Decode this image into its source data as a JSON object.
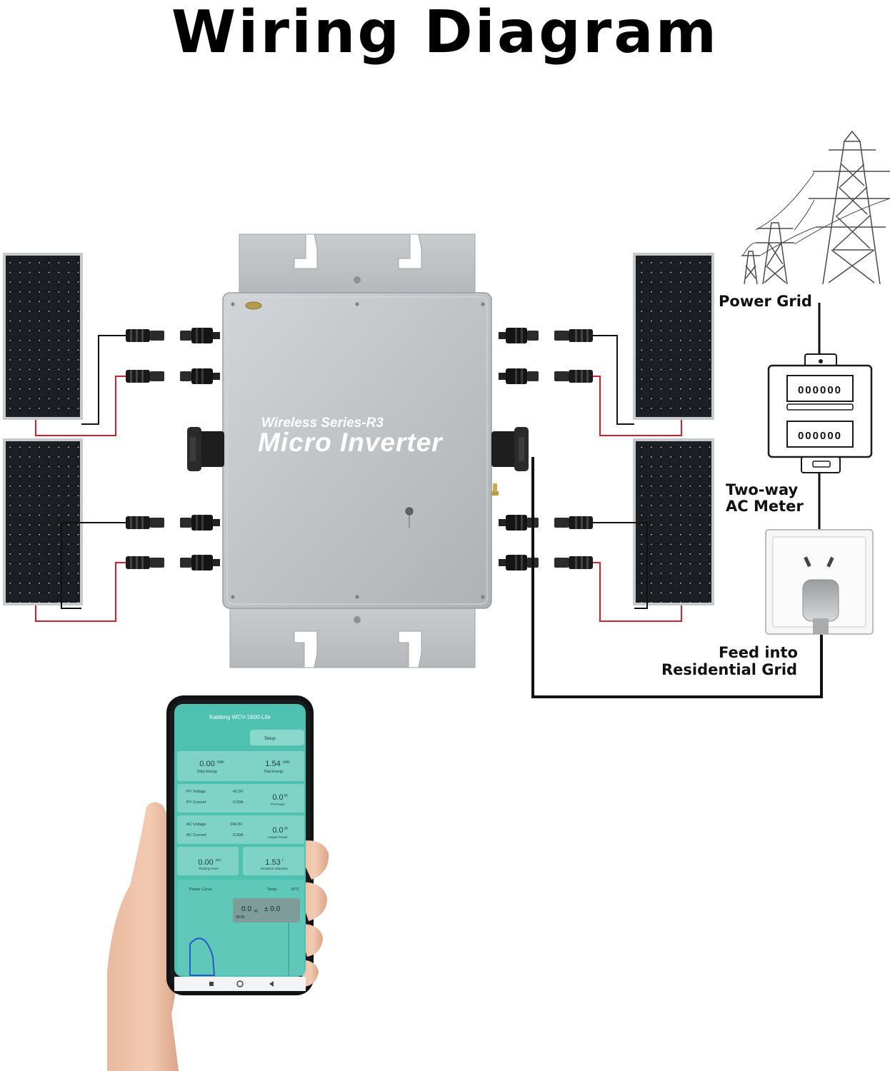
{
  "title": "Wiring Diagram",
  "inverter": {
    "series": "Wireless Series-R3",
    "name": "Micro Inverter"
  },
  "labels": {
    "power_grid": "Power Grid",
    "meter_line1": "Two-way",
    "meter_line2": "AC Meter",
    "feed_line1": "Feed into",
    "feed_line2": "Residential Grid"
  },
  "meter": {
    "top_reading": "000000",
    "bottom_reading": "000000"
  },
  "app": {
    "title": "Kaideng WCV-1600-Life",
    "setup": "Setup",
    "daily_energy_value": "0.00",
    "daily_energy_unit": "kWh",
    "daily_energy_label": "Daily Energy",
    "total_energy_value": "1.54",
    "total_energy_unit": "kWh",
    "total_energy_label": "Total Energy",
    "pv_voltage_label": "PV Voltage",
    "pv_voltage_value": "42.0V",
    "pv_current_label": "PV Current",
    "pv_current_value": "0.00A",
    "pv_power_value": "0.0",
    "pv_power_unit": "W",
    "pv_power_label": "PV Power",
    "ac_voltage_label": "AC Voltage",
    "ac_voltage_value": "249.9V",
    "ac_current_label": "AC Current",
    "ac_current_value": "0.00A",
    "output_power_value": "0.0",
    "output_power_unit": "W",
    "output_power_label": "Output Power",
    "trees_value": "0.00",
    "trees_unit": "pcs",
    "trees_label": "Planting trees",
    "emission_value": "1.53",
    "emission_unit": "t",
    "emission_label": "Emission reduction",
    "curve_label": "Power Curve",
    "temp_label": "Temp",
    "temp_value": "16°C",
    "tooltip_power": "0.0",
    "tooltip_unit": "W",
    "tooltip_power2": "± 0.0",
    "tooltip_time": "08:00"
  },
  "colors": {
    "panel_cell": "#15171a",
    "panel_frame": "#c6cacd",
    "inverter_body": "#bcc0c3",
    "wire_black": "#111111",
    "wire_red": "#d3232a",
    "app_teal": "#4fc1b1"
  }
}
